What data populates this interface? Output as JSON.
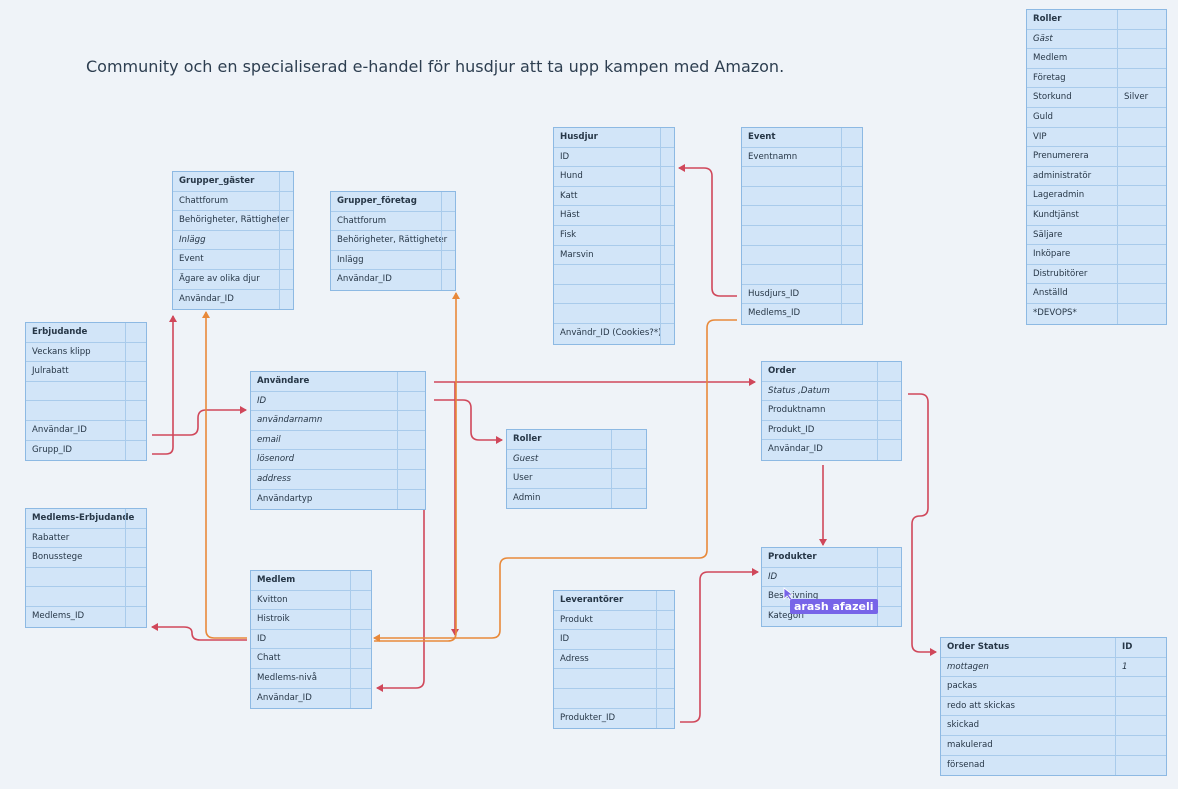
{
  "title": "Community och en specialiserad e-handel för husdjur att ta upp kampen med Amazon.",
  "tables": {
    "roller_right": {
      "name": "Roller",
      "rows": [
        {
          "label": "Gäst",
          "italic": true
        },
        {
          "label": "Medlem"
        },
        {
          "label": "Företag"
        },
        {
          "label": "Storkund",
          "value": "Silver"
        },
        {
          "label": "Guld"
        },
        {
          "label": "VIP"
        },
        {
          "label": "Prenumerera"
        },
        {
          "label": "administratör"
        },
        {
          "label": "Lageradmin"
        },
        {
          "label": "Kundtjänst"
        },
        {
          "label": "Säljare"
        },
        {
          "label": "Inköpare"
        },
        {
          "label": "Distrubitörer"
        },
        {
          "label": "Anställd"
        },
        {
          "label": "*DEVOPS*"
        }
      ]
    },
    "husdjur": {
      "name": "Husdjur",
      "rows": [
        {
          "label": "ID"
        },
        {
          "label": "Hund"
        },
        {
          "label": "Katt"
        },
        {
          "label": "Häst"
        },
        {
          "label": "Fisk"
        },
        {
          "label": "Marsvin"
        },
        {
          "label": ""
        },
        {
          "label": ""
        },
        {
          "label": ""
        },
        {
          "label": "Användr_ID (Cookies?*)"
        }
      ]
    },
    "event": {
      "name": "Event",
      "rows": [
        {
          "label": "Eventnamn"
        },
        {
          "label": ""
        },
        {
          "label": ""
        },
        {
          "label": ""
        },
        {
          "label": ""
        },
        {
          "label": ""
        },
        {
          "label": ""
        },
        {
          "label": "Husdjurs_ID"
        },
        {
          "label": "Medlems_ID"
        }
      ]
    },
    "grupper_gaster": {
      "name": "Grupper_gäster",
      "rows": [
        {
          "label": "Chattforum"
        },
        {
          "label": "Behörigheter, Rättigheter"
        },
        {
          "label": "Inlägg",
          "italic": true
        },
        {
          "label": "Event"
        },
        {
          "label": "Ägare av olika djur"
        },
        {
          "label": "Användar_ID"
        }
      ]
    },
    "grupper_foretag": {
      "name": "Grupper_företag",
      "rows": [
        {
          "label": "Chattforum"
        },
        {
          "label": "Behörigheter, Rättigheter"
        },
        {
          "label": "Inlägg"
        },
        {
          "label": "Användar_ID"
        }
      ]
    },
    "erbjudande": {
      "name": "Erbjudande",
      "rows": [
        {
          "label": "Veckans klipp"
        },
        {
          "label": "Julrabatt"
        },
        {
          "label": ""
        },
        {
          "label": ""
        },
        {
          "label": "Användar_ID"
        },
        {
          "label": "Grupp_ID"
        }
      ]
    },
    "anvandare": {
      "name": "Användare",
      "rows": [
        {
          "label": "ID",
          "italic": true
        },
        {
          "label": "användarnamn",
          "italic": true
        },
        {
          "label": "email",
          "italic": true
        },
        {
          "label": "lösenord",
          "italic": true
        },
        {
          "label": "address",
          "italic": true
        },
        {
          "label": "Användartyp"
        }
      ]
    },
    "roller_mid": {
      "name": "Roller",
      "rows": [
        {
          "label": "Guest",
          "italic": true
        },
        {
          "label": "User"
        },
        {
          "label": "Admin"
        }
      ]
    },
    "order": {
      "name": "Order",
      "rows": [
        {
          "label": "Status ,Datum",
          "italic": true
        },
        {
          "label": "Produktnamn"
        },
        {
          "label": "Produkt_ID"
        },
        {
          "label": "Användar_ID"
        }
      ]
    },
    "medlems_erbjudande": {
      "name": "Medlems-Erbjudande",
      "rows": [
        {
          "label": "Rabatter"
        },
        {
          "label": "Bonusstege"
        },
        {
          "label": ""
        },
        {
          "label": ""
        },
        {
          "label": "Medlems_ID"
        }
      ]
    },
    "medlem": {
      "name": "Medlem",
      "rows": [
        {
          "label": "Kvitton"
        },
        {
          "label": "Histroik"
        },
        {
          "label": "ID"
        },
        {
          "label": "Chatt"
        },
        {
          "label": "Medlems-nivå"
        },
        {
          "label": "Användar_ID"
        }
      ]
    },
    "leverantorer": {
      "name": "Leverantörer",
      "rows": [
        {
          "label": "Produkt"
        },
        {
          "label": "ID"
        },
        {
          "label": "Adress"
        },
        {
          "label": ""
        },
        {
          "label": ""
        },
        {
          "label": "Produkter_ID"
        }
      ]
    },
    "produkter": {
      "name": "Produkter",
      "rows": [
        {
          "label": "ID",
          "italic": true
        },
        {
          "label": "Beskrivning"
        },
        {
          "label": "Kategori"
        }
      ]
    },
    "order_status": {
      "name": "Order Status",
      "header_value": "ID",
      "rows": [
        {
          "label": "mottagen",
          "italic": true,
          "value": "1"
        },
        {
          "label": "packas"
        },
        {
          "label": "redo att skickas"
        },
        {
          "label": "skickad"
        },
        {
          "label": "makulerad"
        },
        {
          "label": "försenad"
        }
      ]
    }
  },
  "collaborator": {
    "name": "arash afazeli"
  },
  "colors": {
    "red": "#d0475a",
    "orange": "#e8893a",
    "table_fill": "#d2e5f8",
    "table_border": "#8db9e3"
  }
}
